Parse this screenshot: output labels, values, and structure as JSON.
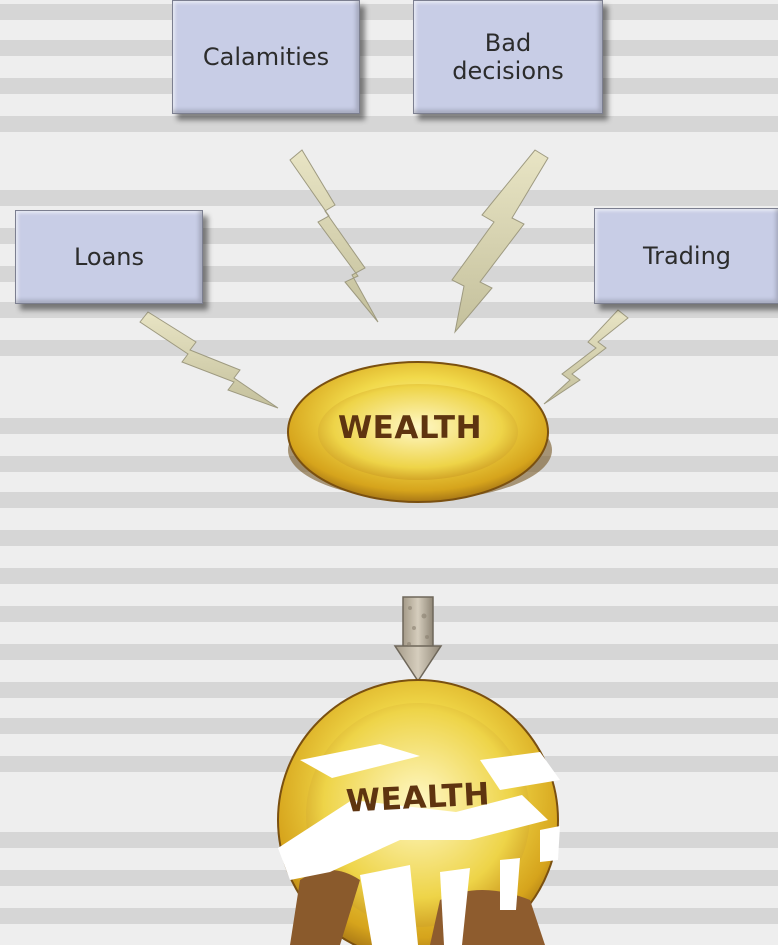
{
  "nodes": {
    "calamities": "Calamities",
    "bad_decisions": [
      "Bad",
      "decisions"
    ],
    "loans": "Loans",
    "trading": "Trading"
  },
  "center": {
    "wealth": "WEALTH"
  },
  "result": {
    "wealth_broken": "WEALTH"
  },
  "colors": {
    "box_fill": "#c8cde6",
    "coin_gold": "#e9c530",
    "bolt": "#d8d4b0",
    "text_brown": "#5e3410"
  }
}
